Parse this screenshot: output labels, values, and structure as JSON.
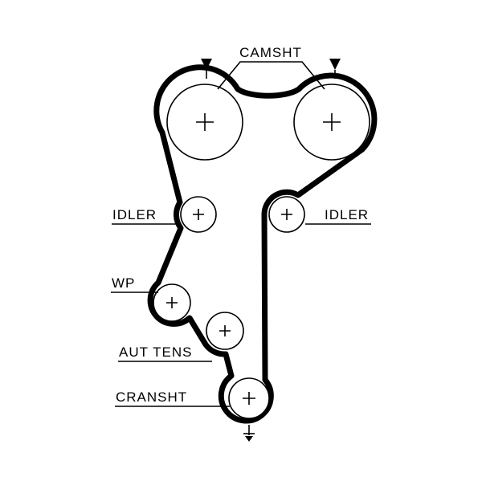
{
  "diagram": {
    "title": "timing-belt-routing-diagram",
    "background": "#ffffff",
    "line_color": "#000000",
    "labels": {
      "camshaft": "CAMSHT",
      "idler_left": "IDLER",
      "idler_right": "IDLER",
      "water_pump": "WP",
      "auto_tensioner": "AUT TENS",
      "crankshaft": "CRANSHT"
    },
    "icons": {
      "pulley_center": "plus",
      "timing_arrow": "filled-down-triangle",
      "crank_mark": "stem-with-down-triangle"
    }
  }
}
